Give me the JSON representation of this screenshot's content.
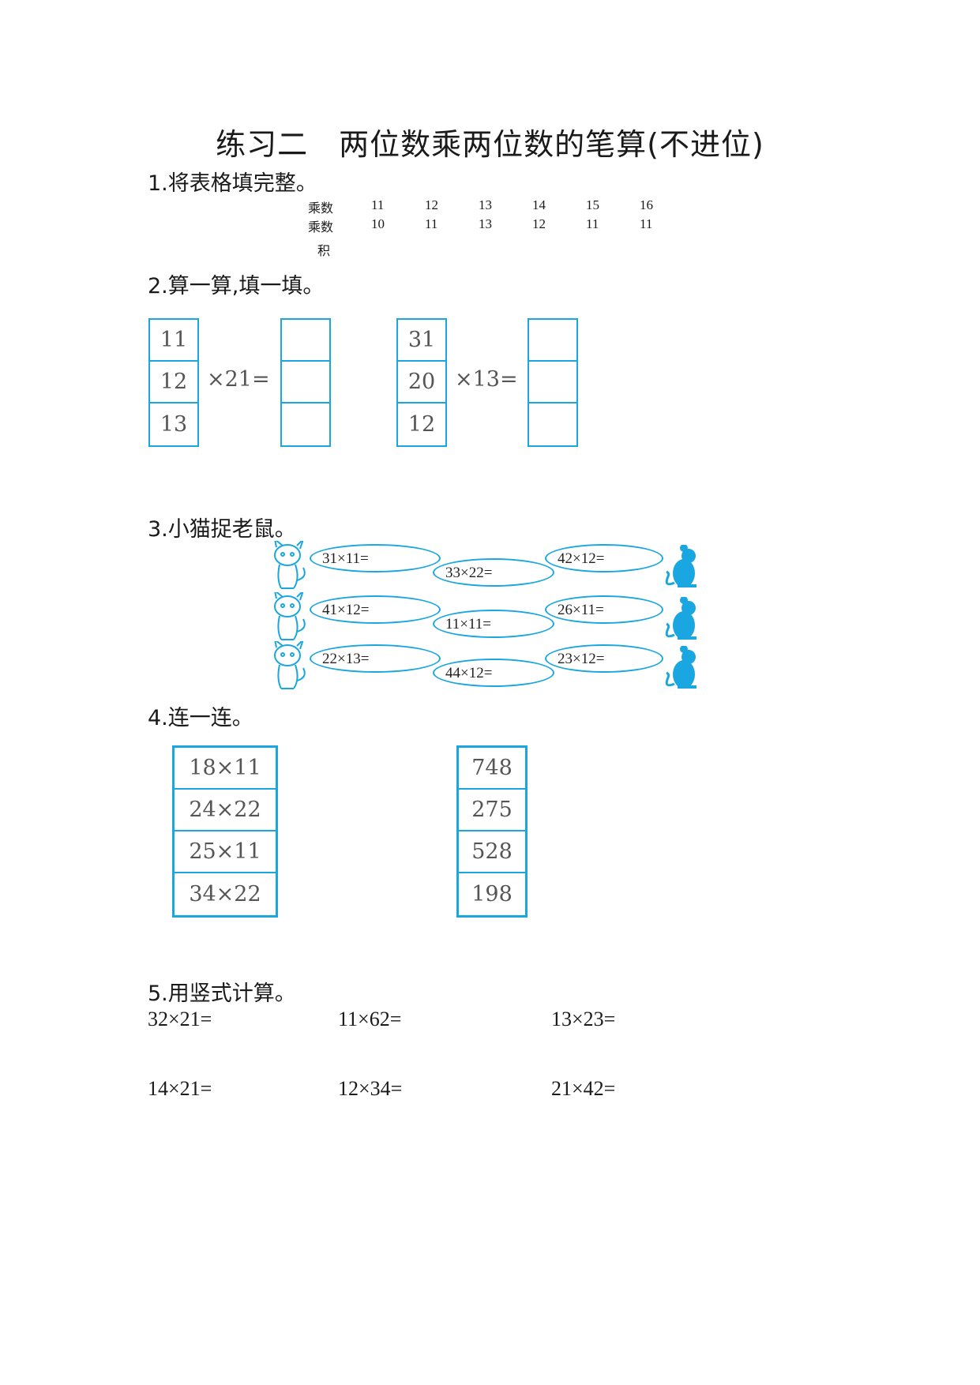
{
  "title": "练习二　两位数乘两位数的笔算(不进位)",
  "q1": {
    "heading": "1.将表格填完整。",
    "row_labels": [
      "乘数",
      "乘数",
      "积"
    ],
    "row1": [
      "11",
      "12",
      "13",
      "14",
      "15",
      "16"
    ],
    "row2": [
      "10",
      "11",
      "13",
      "12",
      "11",
      "11"
    ]
  },
  "q2": {
    "heading": "2.算一算,填一填。",
    "left": {
      "values": [
        "11",
        "12",
        "13"
      ],
      "op": "×21="
    },
    "right": {
      "values": [
        "31",
        "20",
        "12"
      ],
      "op": "×13="
    }
  },
  "q3": {
    "heading": "3.小猫捉老鼠。",
    "rows": [
      [
        "31×11=",
        "33×22=",
        "42×12="
      ],
      [
        "41×12=",
        "11×11=",
        "26×11="
      ],
      [
        "22×13=",
        "44×12=",
        "23×12="
      ]
    ],
    "colors": {
      "accent": "#1aa6e0"
    }
  },
  "q4": {
    "heading": "4.连一连。",
    "left": [
      "18×11",
      "24×22",
      "25×11",
      "34×22"
    ],
    "right": [
      "748",
      "275",
      "528",
      "198"
    ]
  },
  "q5": {
    "heading": "5.用竖式计算。",
    "items": [
      "32×21=",
      "11×62=",
      "13×23=",
      "14×21=",
      "12×34=",
      "21×42="
    ]
  }
}
